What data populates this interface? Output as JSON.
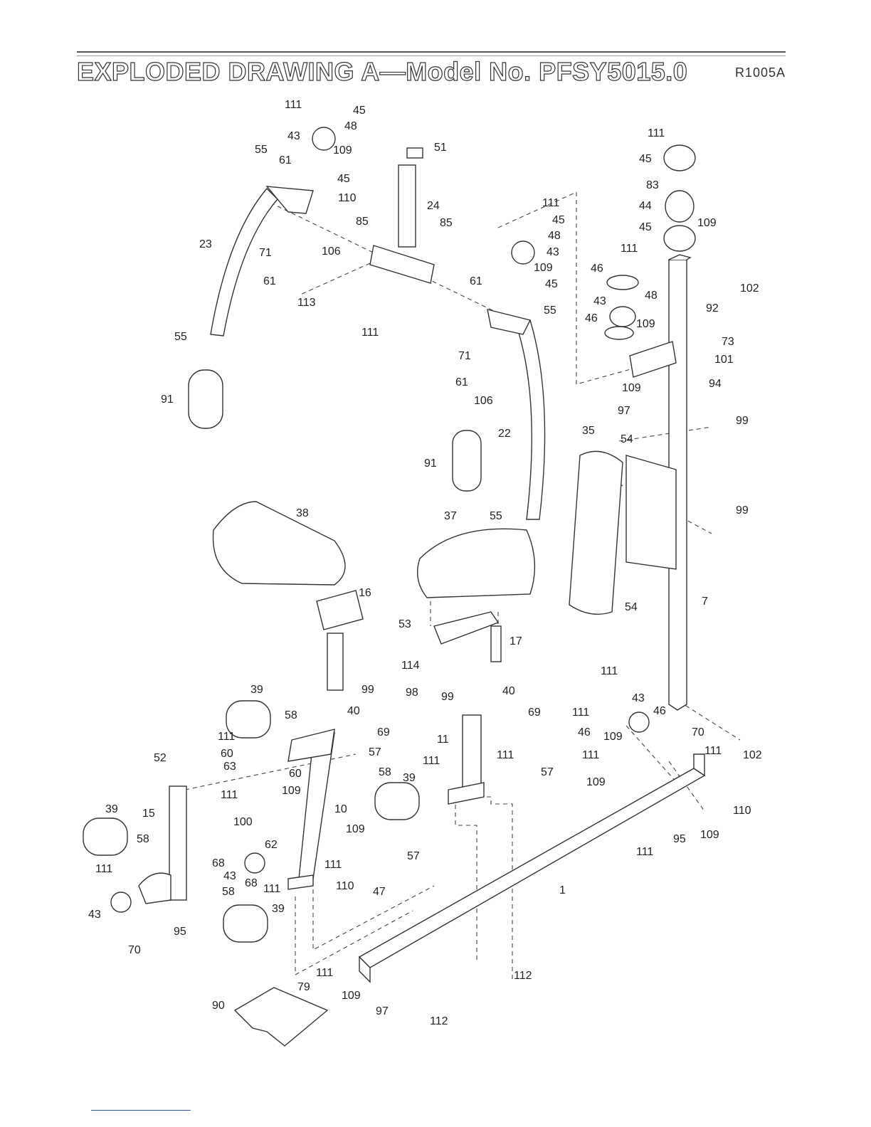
{
  "header": {
    "title": "EXPLODED DRAWING A—Model No. PFSY5015.0",
    "code": "R1005A"
  },
  "callouts": [
    {
      "id": "c1",
      "text": "111"
    },
    {
      "id": "c2",
      "text": "45"
    },
    {
      "id": "c3",
      "text": "48"
    },
    {
      "id": "c4",
      "text": "43"
    },
    {
      "id": "c5",
      "text": "109"
    },
    {
      "id": "c6",
      "text": "55"
    },
    {
      "id": "c7",
      "text": "61"
    },
    {
      "id": "c8",
      "text": "45"
    },
    {
      "id": "c9",
      "text": "51"
    },
    {
      "id": "c10",
      "text": "110"
    },
    {
      "id": "c11",
      "text": "24"
    },
    {
      "id": "c12",
      "text": "85"
    },
    {
      "id": "c13",
      "text": "85"
    },
    {
      "id": "c14",
      "text": "23"
    },
    {
      "id": "c15",
      "text": "71"
    },
    {
      "id": "c16",
      "text": "106"
    },
    {
      "id": "c17",
      "text": "61"
    },
    {
      "id": "c18",
      "text": "113"
    },
    {
      "id": "c19",
      "text": "111"
    },
    {
      "id": "c20",
      "text": "55"
    },
    {
      "id": "c21",
      "text": "91"
    },
    {
      "id": "c22",
      "text": "111"
    },
    {
      "id": "c23",
      "text": "45"
    },
    {
      "id": "c24",
      "text": "48"
    },
    {
      "id": "c25",
      "text": "43"
    },
    {
      "id": "c26",
      "text": "109"
    },
    {
      "id": "c27",
      "text": "61"
    },
    {
      "id": "c28",
      "text": "45"
    },
    {
      "id": "c29",
      "text": "55"
    },
    {
      "id": "c30",
      "text": "71"
    },
    {
      "id": "c31",
      "text": "61"
    },
    {
      "id": "c32",
      "text": "106"
    },
    {
      "id": "c33",
      "text": "22"
    },
    {
      "id": "c34",
      "text": "91"
    },
    {
      "id": "c35",
      "text": "55"
    },
    {
      "id": "c36",
      "text": "111"
    },
    {
      "id": "c37",
      "text": "45"
    },
    {
      "id": "c38",
      "text": "83"
    },
    {
      "id": "c39",
      "text": "44"
    },
    {
      "id": "c40",
      "text": "45"
    },
    {
      "id": "c41",
      "text": "109"
    },
    {
      "id": "c42",
      "text": "111"
    },
    {
      "id": "c43",
      "text": "102"
    },
    {
      "id": "c44",
      "text": "46"
    },
    {
      "id": "c45",
      "text": "48"
    },
    {
      "id": "c46",
      "text": "43"
    },
    {
      "id": "c47",
      "text": "92"
    },
    {
      "id": "c48",
      "text": "46"
    },
    {
      "id": "c49",
      "text": "109"
    },
    {
      "id": "c50",
      "text": "73"
    },
    {
      "id": "c51",
      "text": "101"
    },
    {
      "id": "c52",
      "text": "109"
    },
    {
      "id": "c53",
      "text": "94"
    },
    {
      "id": "c54",
      "text": "97"
    },
    {
      "id": "c55",
      "text": "35"
    },
    {
      "id": "c56",
      "text": "54"
    },
    {
      "id": "c57",
      "text": "99"
    },
    {
      "id": "c58",
      "text": "99"
    },
    {
      "id": "c59",
      "text": "54"
    },
    {
      "id": "c60",
      "text": "7"
    },
    {
      "id": "c61",
      "text": "38"
    },
    {
      "id": "c62",
      "text": "37"
    },
    {
      "id": "c63",
      "text": "16"
    },
    {
      "id": "c64",
      "text": "53"
    },
    {
      "id": "c65",
      "text": "17"
    },
    {
      "id": "c66",
      "text": "114"
    },
    {
      "id": "c67",
      "text": "99"
    },
    {
      "id": "c68",
      "text": "98"
    },
    {
      "id": "c69",
      "text": "99"
    },
    {
      "id": "c70",
      "text": "40"
    },
    {
      "id": "c71",
      "text": "69"
    },
    {
      "id": "c72",
      "text": "39"
    },
    {
      "id": "c73",
      "text": "58"
    },
    {
      "id": "c74",
      "text": "40"
    },
    {
      "id": "c75",
      "text": "69"
    },
    {
      "id": "c76",
      "text": "111"
    },
    {
      "id": "c77",
      "text": "11"
    },
    {
      "id": "c78",
      "text": "111"
    },
    {
      "id": "c79",
      "text": "111"
    },
    {
      "id": "c80",
      "text": "57"
    },
    {
      "id": "c81",
      "text": "52"
    },
    {
      "id": "c82",
      "text": "60"
    },
    {
      "id": "c83",
      "text": "63"
    },
    {
      "id": "c84",
      "text": "60"
    },
    {
      "id": "c85",
      "text": "58"
    },
    {
      "id": "c86",
      "text": "39"
    },
    {
      "id": "c87",
      "text": "111"
    },
    {
      "id": "c88",
      "text": "109"
    },
    {
      "id": "c89",
      "text": "10"
    },
    {
      "id": "c90",
      "text": "100"
    },
    {
      "id": "c91",
      "text": "62"
    },
    {
      "id": "c92",
      "text": "109"
    },
    {
      "id": "c93",
      "text": "39"
    },
    {
      "id": "c94",
      "text": "15"
    },
    {
      "id": "c95",
      "text": "58"
    },
    {
      "id": "c96",
      "text": "111"
    },
    {
      "id": "c97",
      "text": "68"
    },
    {
      "id": "c98",
      "text": "43"
    },
    {
      "id": "c99",
      "text": "68"
    },
    {
      "id": "c100",
      "text": "111"
    },
    {
      "id": "c101",
      "text": "111"
    },
    {
      "id": "c102",
      "text": "110"
    },
    {
      "id": "c103",
      "text": "57"
    },
    {
      "id": "c104",
      "text": "47"
    },
    {
      "id": "c105",
      "text": "43"
    },
    {
      "id": "c106",
      "text": "58"
    },
    {
      "id": "c107",
      "text": "39"
    },
    {
      "id": "c108",
      "text": "95"
    },
    {
      "id": "c109",
      "text": "70"
    },
    {
      "id": "c110",
      "text": "111"
    },
    {
      "id": "c111",
      "text": "43"
    },
    {
      "id": "c112",
      "text": "111"
    },
    {
      "id": "c113",
      "text": "46"
    },
    {
      "id": "c114",
      "text": "109"
    },
    {
      "id": "c115",
      "text": "46"
    },
    {
      "id": "c116",
      "text": "70"
    },
    {
      "id": "c117",
      "text": "111"
    },
    {
      "id": "c118",
      "text": "102"
    },
    {
      "id": "c119",
      "text": "111"
    },
    {
      "id": "c120",
      "text": "57"
    },
    {
      "id": "c121",
      "text": "109"
    },
    {
      "id": "c122",
      "text": "110"
    },
    {
      "id": "c123",
      "text": "95"
    },
    {
      "id": "c124",
      "text": "109"
    },
    {
      "id": "c125",
      "text": "111"
    },
    {
      "id": "c126",
      "text": "1"
    },
    {
      "id": "c127",
      "text": "112"
    },
    {
      "id": "c128",
      "text": "111"
    },
    {
      "id": "c129",
      "text": "79"
    },
    {
      "id": "c130",
      "text": "109"
    },
    {
      "id": "c131",
      "text": "97"
    },
    {
      "id": "c132",
      "text": "112"
    },
    {
      "id": "c133",
      "text": "90"
    },
    {
      "id": "c134",
      "text": "111"
    }
  ]
}
